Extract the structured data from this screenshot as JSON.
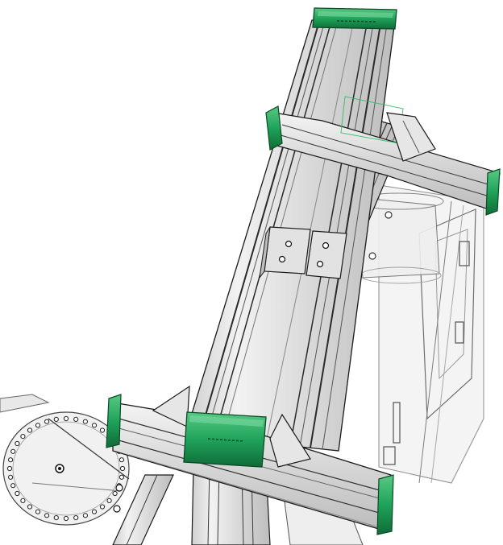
{
  "scene": {
    "kind": "cad-render",
    "style": "line-art with translucent grey aluminium extrusions",
    "colors": {
      "background": "#ffffff",
      "extrusion_fill": "#e6e6e6",
      "extrusion_shade": "#c9c9c9",
      "extrusion_dark": "#3a3a3a",
      "outline": "#1a1a1a",
      "end_cap": "#1fa35a",
      "end_cap_dark": "#0f6b37",
      "end_cap_light": "#59c985",
      "ghost_line": "#9a9a9a"
    }
  },
  "parts": {
    "end_caps": [
      {
        "name": "top-end-cap"
      },
      {
        "name": "upper-left-end-cap"
      },
      {
        "name": "upper-right-end-cap"
      },
      {
        "name": "lower-center-end-cap"
      },
      {
        "name": "lower-left-end-cap"
      },
      {
        "name": "lower-right-end-cap"
      }
    ],
    "extrusions": [
      {
        "name": "vertical-mast"
      },
      {
        "name": "diagonal-brace"
      },
      {
        "name": "upper-crossbar"
      },
      {
        "name": "lower-crossbar"
      },
      {
        "name": "lower-leg-left"
      },
      {
        "name": "lower-leg-right"
      }
    ],
    "brackets": [
      {
        "name": "corner-bracket-left"
      },
      {
        "name": "corner-bracket-right"
      },
      {
        "name": "gusset-upper"
      },
      {
        "name": "gusset-lower-left"
      },
      {
        "name": "gusset-lower-right"
      }
    ],
    "assemblies": [
      {
        "name": "indexing-disc"
      },
      {
        "name": "side-plate"
      },
      {
        "name": "cylindrical-hub"
      }
    ],
    "indexing_disc": {
      "hole_count": 36
    }
  }
}
